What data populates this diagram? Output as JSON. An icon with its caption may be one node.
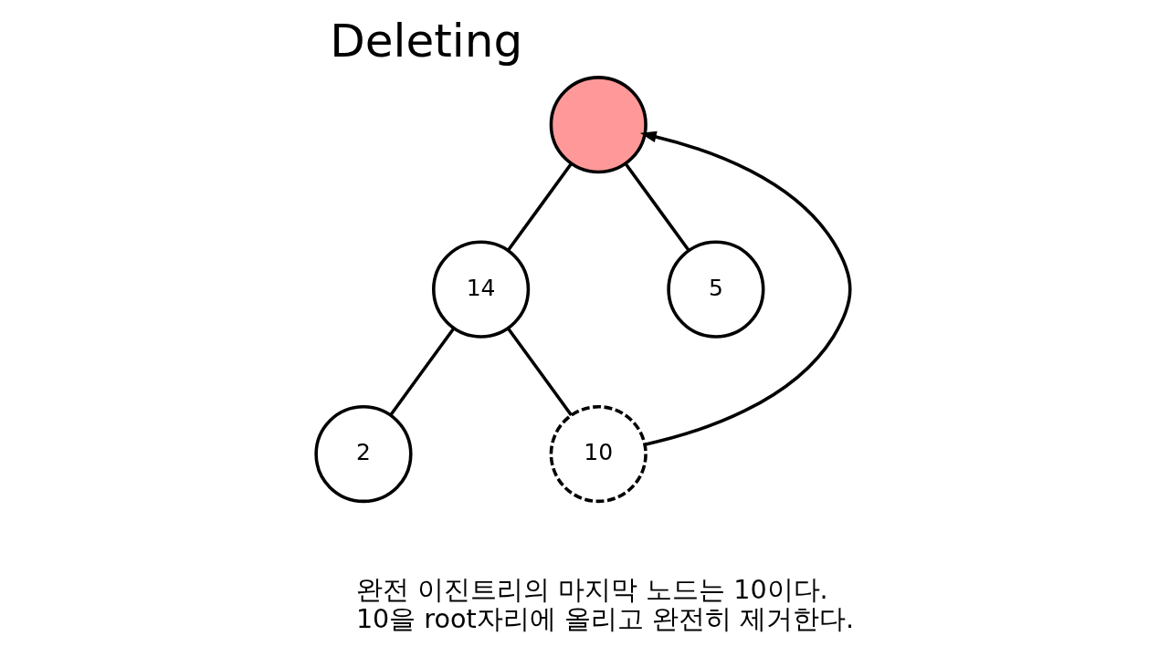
{
  "diagram": {
    "title": "Deleting",
    "nodes": [
      {
        "text": [],
        "shape": "circle"
      },
      {
        "text": [
          "14"
        ]
      },
      {
        "text": [
          "5"
        ]
      },
      {
        "text": [
          "2"
        ]
      },
      {
        "text": [
          "10"
        ]
      }
    ],
    "edges": [
      {
        "from": 0,
        "to": 1,
        "arrow": "none"
      },
      {
        "from": 0,
        "to": 2,
        "arrow": "none"
      },
      {
        "from": 1,
        "to": 3,
        "arrow": "none"
      },
      {
        "from": 1,
        "to": 4,
        "arrow": "none"
      },
      {
        "from": 4,
        "to": 0,
        "arrow": "to"
      }
    ],
    "labels": [
      "완전 이진트리의 마지막 노드는 10이다.",
      "10을 root자리에 올리고 완전히 제거한다."
    ]
  }
}
